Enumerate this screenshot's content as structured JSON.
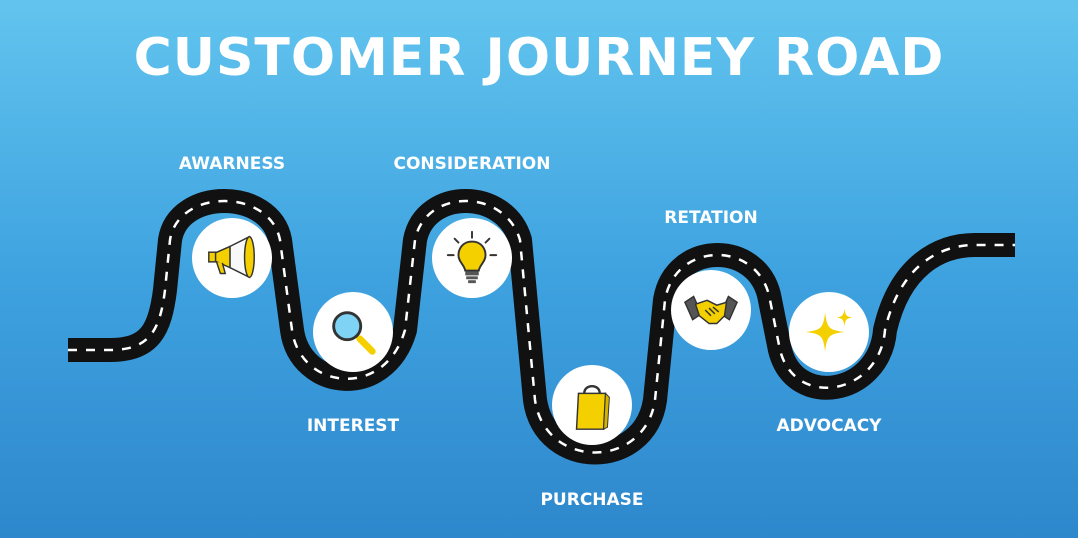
{
  "title": "CUSTOMER JOURNEY ROAD",
  "stages": [
    {
      "label": "AWARNESS",
      "icon": "megaphone-icon"
    },
    {
      "label": "INTEREST",
      "icon": "magnifier-icon"
    },
    {
      "label": "CONSIDERATION",
      "icon": "lightbulb-icon"
    },
    {
      "label": "PURCHASE",
      "icon": "shopping-bag-icon"
    },
    {
      "label": "RETATION",
      "icon": "handshake-icon"
    },
    {
      "label": "ADVOCACY",
      "icon": "sparkle-icon"
    }
  ],
  "colors": {
    "road": "#111111",
    "road_marking": "#ffffff",
    "icon_accent": "#f5d000",
    "text": "#ffffff"
  }
}
